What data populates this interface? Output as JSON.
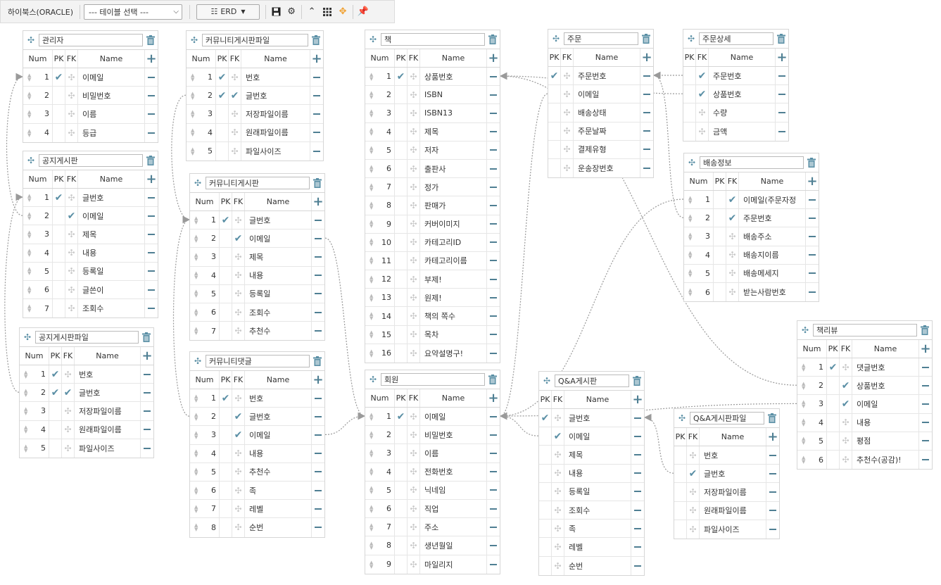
{
  "toolbar": {
    "db_label": "하이북스(ORACLE)",
    "table_select": "--- 테이블 선택 ---",
    "erd_label": "ERD",
    "icons": [
      "save-icon",
      "settings-icon",
      "collapse-icon",
      "grid-icon",
      "move-icon",
      "pin-icon"
    ]
  },
  "colors": {
    "accent": "#5a8fa5",
    "line": "#999999",
    "pin": "#f0a030"
  },
  "tables": [
    {
      "id": "admin",
      "title": "관리자",
      "hasNum": true,
      "hasPK": true,
      "rows": [
        {
          "num": "1",
          "pk": true,
          "fk": false,
          "name": "이메일"
        },
        {
          "num": "2",
          "pk": false,
          "fk": false,
          "name": "비밀번호"
        },
        {
          "num": "3",
          "pk": false,
          "fk": false,
          "name": "이름"
        },
        {
          "num": "4",
          "pk": false,
          "fk": false,
          "name": "등급"
        }
      ]
    },
    {
      "id": "notice",
      "title": "공지게시판",
      "hasNum": true,
      "hasPK": true,
      "rows": [
        {
          "num": "1",
          "pk": true,
          "fk": false,
          "name": "글번호"
        },
        {
          "num": "2",
          "pk": false,
          "fk": true,
          "name": "이메일"
        },
        {
          "num": "3",
          "pk": false,
          "fk": false,
          "name": "제목"
        },
        {
          "num": "4",
          "pk": false,
          "fk": false,
          "name": "내용"
        },
        {
          "num": "5",
          "pk": false,
          "fk": false,
          "name": "등록일"
        },
        {
          "num": "6",
          "pk": false,
          "fk": false,
          "name": "글쓴이"
        },
        {
          "num": "7",
          "pk": false,
          "fk": false,
          "name": "조회수"
        }
      ]
    },
    {
      "id": "noticefile",
      "title": "공지게시판파일",
      "hasNum": true,
      "hasPK": true,
      "rows": [
        {
          "num": "1",
          "pk": true,
          "fk": false,
          "name": "번호"
        },
        {
          "num": "2",
          "pk": true,
          "fk": true,
          "name": "글번호"
        },
        {
          "num": "3",
          "pk": false,
          "fk": false,
          "name": "저장파일이름"
        },
        {
          "num": "4",
          "pk": false,
          "fk": false,
          "name": "원래파일이름"
        },
        {
          "num": "5",
          "pk": false,
          "fk": false,
          "name": "파일사이즈"
        }
      ]
    },
    {
      "id": "commfile",
      "title": "커뮤니티게시판파일",
      "hasNum": true,
      "hasPK": true,
      "rows": [
        {
          "num": "1",
          "pk": true,
          "fk": false,
          "name": "번호"
        },
        {
          "num": "2",
          "pk": true,
          "fk": true,
          "name": "글번호"
        },
        {
          "num": "3",
          "pk": false,
          "fk": false,
          "name": "저장파일이름"
        },
        {
          "num": "4",
          "pk": false,
          "fk": false,
          "name": "원래파일이름"
        },
        {
          "num": "5",
          "pk": false,
          "fk": false,
          "name": "파일사이즈"
        }
      ]
    },
    {
      "id": "comm",
      "title": "커뮤니티게시판",
      "hasNum": true,
      "hasPK": true,
      "rows": [
        {
          "num": "1",
          "pk": true,
          "fk": false,
          "name": "글번호"
        },
        {
          "num": "2",
          "pk": false,
          "fk": true,
          "name": "이메일"
        },
        {
          "num": "3",
          "pk": false,
          "fk": false,
          "name": "제목"
        },
        {
          "num": "4",
          "pk": false,
          "fk": false,
          "name": "내용"
        },
        {
          "num": "5",
          "pk": false,
          "fk": false,
          "name": "등록일"
        },
        {
          "num": "6",
          "pk": false,
          "fk": false,
          "name": "조회수"
        },
        {
          "num": "7",
          "pk": false,
          "fk": false,
          "name": "추천수"
        }
      ]
    },
    {
      "id": "commreply",
      "title": "커뮤니티댓글",
      "hasNum": true,
      "hasPK": true,
      "rows": [
        {
          "num": "1",
          "pk": true,
          "fk": false,
          "name": "번호"
        },
        {
          "num": "2",
          "pk": false,
          "fk": true,
          "name": "글번호"
        },
        {
          "num": "3",
          "pk": false,
          "fk": true,
          "name": "이메일"
        },
        {
          "num": "4",
          "pk": false,
          "fk": false,
          "name": "내용"
        },
        {
          "num": "5",
          "pk": false,
          "fk": false,
          "name": "추천수"
        },
        {
          "num": "6",
          "pk": false,
          "fk": false,
          "name": "족"
        },
        {
          "num": "7",
          "pk": false,
          "fk": false,
          "name": "레벨"
        },
        {
          "num": "8",
          "pk": false,
          "fk": false,
          "name": "순번"
        }
      ]
    },
    {
      "id": "book",
      "title": "책",
      "hasNum": true,
      "hasPK": true,
      "rows": [
        {
          "num": "1",
          "pk": true,
          "fk": false,
          "name": "상품번호"
        },
        {
          "num": "2",
          "pk": false,
          "fk": false,
          "name": "ISBN"
        },
        {
          "num": "3",
          "pk": false,
          "fk": false,
          "name": "ISBN13"
        },
        {
          "num": "4",
          "pk": false,
          "fk": false,
          "name": "제목"
        },
        {
          "num": "5",
          "pk": false,
          "fk": false,
          "name": "저자"
        },
        {
          "num": "6",
          "pk": false,
          "fk": false,
          "name": "출판사"
        },
        {
          "num": "7",
          "pk": false,
          "fk": false,
          "name": "정가"
        },
        {
          "num": "8",
          "pk": false,
          "fk": false,
          "name": "판매가"
        },
        {
          "num": "9",
          "pk": false,
          "fk": false,
          "name": "커버이미지"
        },
        {
          "num": "10",
          "pk": false,
          "fk": false,
          "name": "카테고리ID"
        },
        {
          "num": "11",
          "pk": false,
          "fk": false,
          "name": "카테고리이름"
        },
        {
          "num": "12",
          "pk": false,
          "fk": false,
          "name": "부제!"
        },
        {
          "num": "13",
          "pk": false,
          "fk": false,
          "name": "원제!"
        },
        {
          "num": "14",
          "pk": false,
          "fk": false,
          "name": "책의 쪽수"
        },
        {
          "num": "15",
          "pk": false,
          "fk": false,
          "name": "목차"
        },
        {
          "num": "16",
          "pk": false,
          "fk": false,
          "name": "요약설명구!"
        }
      ]
    },
    {
      "id": "member",
      "title": "회원",
      "hasNum": true,
      "hasPK": true,
      "rows": [
        {
          "num": "1",
          "pk": true,
          "fk": false,
          "name": "이메일"
        },
        {
          "num": "2",
          "pk": false,
          "fk": false,
          "name": "비밀번호"
        },
        {
          "num": "3",
          "pk": false,
          "fk": false,
          "name": "이름"
        },
        {
          "num": "4",
          "pk": false,
          "fk": false,
          "name": "전화번호"
        },
        {
          "num": "5",
          "pk": false,
          "fk": false,
          "name": "닉네임"
        },
        {
          "num": "6",
          "pk": false,
          "fk": false,
          "name": "직업"
        },
        {
          "num": "7",
          "pk": false,
          "fk": false,
          "name": "주소"
        },
        {
          "num": "8",
          "pk": false,
          "fk": false,
          "name": "생년월일"
        },
        {
          "num": "9",
          "pk": false,
          "fk": false,
          "name": "마일리지"
        }
      ]
    },
    {
      "id": "order",
      "title": "주문",
      "hasNum": false,
      "hasPK": true,
      "rows": [
        {
          "num": "",
          "pk": true,
          "fk": false,
          "name": "주문번호"
        },
        {
          "num": "",
          "pk": false,
          "fk": false,
          "name": "이메일"
        },
        {
          "num": "",
          "pk": false,
          "fk": false,
          "name": "배송상태"
        },
        {
          "num": "",
          "pk": false,
          "fk": false,
          "name": "주문날짜"
        },
        {
          "num": "",
          "pk": false,
          "fk": false,
          "name": "결제유형"
        },
        {
          "num": "",
          "pk": false,
          "fk": false,
          "name": "운송장번호"
        }
      ]
    },
    {
      "id": "orderdetail",
      "title": "주문상세",
      "hasNum": false,
      "hasPK": true,
      "rows": [
        {
          "num": "",
          "pk": false,
          "fk": true,
          "name": "주문번호"
        },
        {
          "num": "",
          "pk": false,
          "fk": true,
          "name": "상품번호"
        },
        {
          "num": "",
          "pk": false,
          "fk": false,
          "name": "수량"
        },
        {
          "num": "",
          "pk": false,
          "fk": false,
          "name": "금액"
        }
      ]
    },
    {
      "id": "delivery",
      "title": "배송정보",
      "hasNum": true,
      "hasPK": true,
      "rows": [
        {
          "num": "1",
          "pk": false,
          "fk": true,
          "name": "이메일(주문자정"
        },
        {
          "num": "2",
          "pk": false,
          "fk": true,
          "name": "주문번호"
        },
        {
          "num": "3",
          "pk": false,
          "fk": false,
          "name": "배송주소"
        },
        {
          "num": "4",
          "pk": false,
          "fk": false,
          "name": "배송지이름"
        },
        {
          "num": "5",
          "pk": false,
          "fk": false,
          "name": "배송메세지"
        },
        {
          "num": "6",
          "pk": false,
          "fk": false,
          "name": "받는사람번호"
        }
      ]
    },
    {
      "id": "review",
      "title": "책리뷰",
      "hasNum": true,
      "hasPK": true,
      "rows": [
        {
          "num": "1",
          "pk": true,
          "fk": false,
          "name": "댓글번호"
        },
        {
          "num": "2",
          "pk": false,
          "fk": true,
          "name": "상품번호"
        },
        {
          "num": "3",
          "pk": false,
          "fk": true,
          "name": "이메일"
        },
        {
          "num": "4",
          "pk": false,
          "fk": false,
          "name": "내용"
        },
        {
          "num": "5",
          "pk": false,
          "fk": false,
          "name": "평점"
        },
        {
          "num": "6",
          "pk": false,
          "fk": false,
          "name": "추천수(공감)!"
        }
      ]
    },
    {
      "id": "qna",
      "title": "Q&A게시판",
      "hasNum": false,
      "hasPK": true,
      "rows": [
        {
          "num": "",
          "pk": true,
          "fk": false,
          "name": "글번호"
        },
        {
          "num": "",
          "pk": false,
          "fk": true,
          "name": "이메일"
        },
        {
          "num": "",
          "pk": false,
          "fk": false,
          "name": "제목"
        },
        {
          "num": "",
          "pk": false,
          "fk": false,
          "name": "내용"
        },
        {
          "num": "",
          "pk": false,
          "fk": false,
          "name": "등록일"
        },
        {
          "num": "",
          "pk": false,
          "fk": false,
          "name": "조회수"
        },
        {
          "num": "",
          "pk": false,
          "fk": false,
          "name": "족"
        },
        {
          "num": "",
          "pk": false,
          "fk": false,
          "name": "레벨"
        },
        {
          "num": "",
          "pk": false,
          "fk": false,
          "name": "순번"
        }
      ]
    },
    {
      "id": "qnafile",
      "title": "Q&A게시판파일",
      "hasNum": false,
      "hasPK": true,
      "rows": [
        {
          "num": "",
          "pk": false,
          "fk": false,
          "name": "번호"
        },
        {
          "num": "",
          "pk": false,
          "fk": true,
          "name": "글번호"
        },
        {
          "num": "",
          "pk": false,
          "fk": false,
          "name": "저장파일이름"
        },
        {
          "num": "",
          "pk": false,
          "fk": false,
          "name": "원래파일이름"
        },
        {
          "num": "",
          "pk": false,
          "fk": false,
          "name": "파일사이즈"
        }
      ]
    }
  ],
  "columns": {
    "num": "Num",
    "pk": "PK",
    "fk": "FK",
    "name": "Name"
  },
  "relations": [
    {
      "from": "notice.2",
      "to": "admin.1"
    },
    {
      "from": "noticefile.2",
      "to": "notice.1"
    },
    {
      "from": "commfile.2",
      "to": "comm.1"
    },
    {
      "from": "commreply.2",
      "to": "comm.1"
    },
    {
      "from": "comm.2",
      "to": "member.1"
    },
    {
      "from": "commreply.3",
      "to": "member.1"
    },
    {
      "from": "order.2",
      "to": "member.1"
    },
    {
      "from": "orderdetail.1",
      "to": "order.1"
    },
    {
      "from": "orderdetail.2",
      "to": "book.1"
    },
    {
      "from": "delivery.2",
      "to": "order.1"
    },
    {
      "from": "delivery.1",
      "to": "member.1"
    },
    {
      "from": "review.2",
      "to": "book.1"
    },
    {
      "from": "review.3",
      "to": "member.1"
    },
    {
      "from": "qna.2",
      "to": "member.1"
    },
    {
      "from": "qnafile.2",
      "to": "qna.1"
    }
  ]
}
